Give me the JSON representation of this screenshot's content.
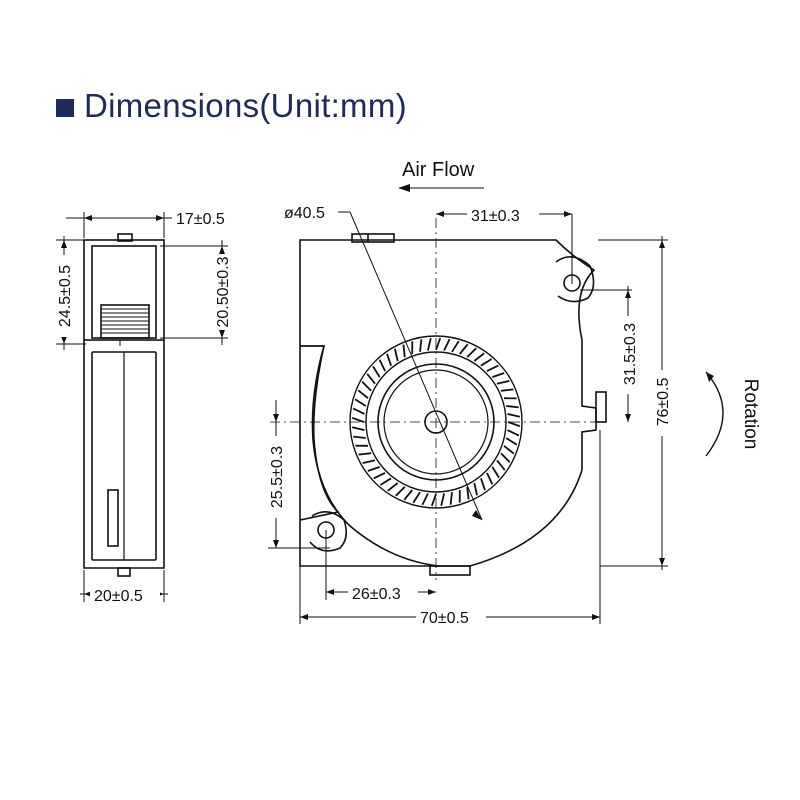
{
  "title": "Dimensions(Unit:mm)",
  "air_flow_label": "Air Flow",
  "rotation_label": "Rotation",
  "side_view": {
    "top_width": "17±0.5",
    "height": "24.5±0.5",
    "outlet_height": "20.50±0.3",
    "bottom_width": "20±0.5"
  },
  "front_view": {
    "diameter": "ø40.5",
    "hole_offset_x_top": "31±0.3",
    "hole_offset_y_top": "31.5±0.3",
    "height": "76±0.5",
    "hole_offset_y_bottom": "25.5±0.3",
    "hole_offset_x_bottom": "26±0.3",
    "width": "70±0.5"
  },
  "colors": {
    "title": "#1e2a5a",
    "lines": "#111111"
  }
}
